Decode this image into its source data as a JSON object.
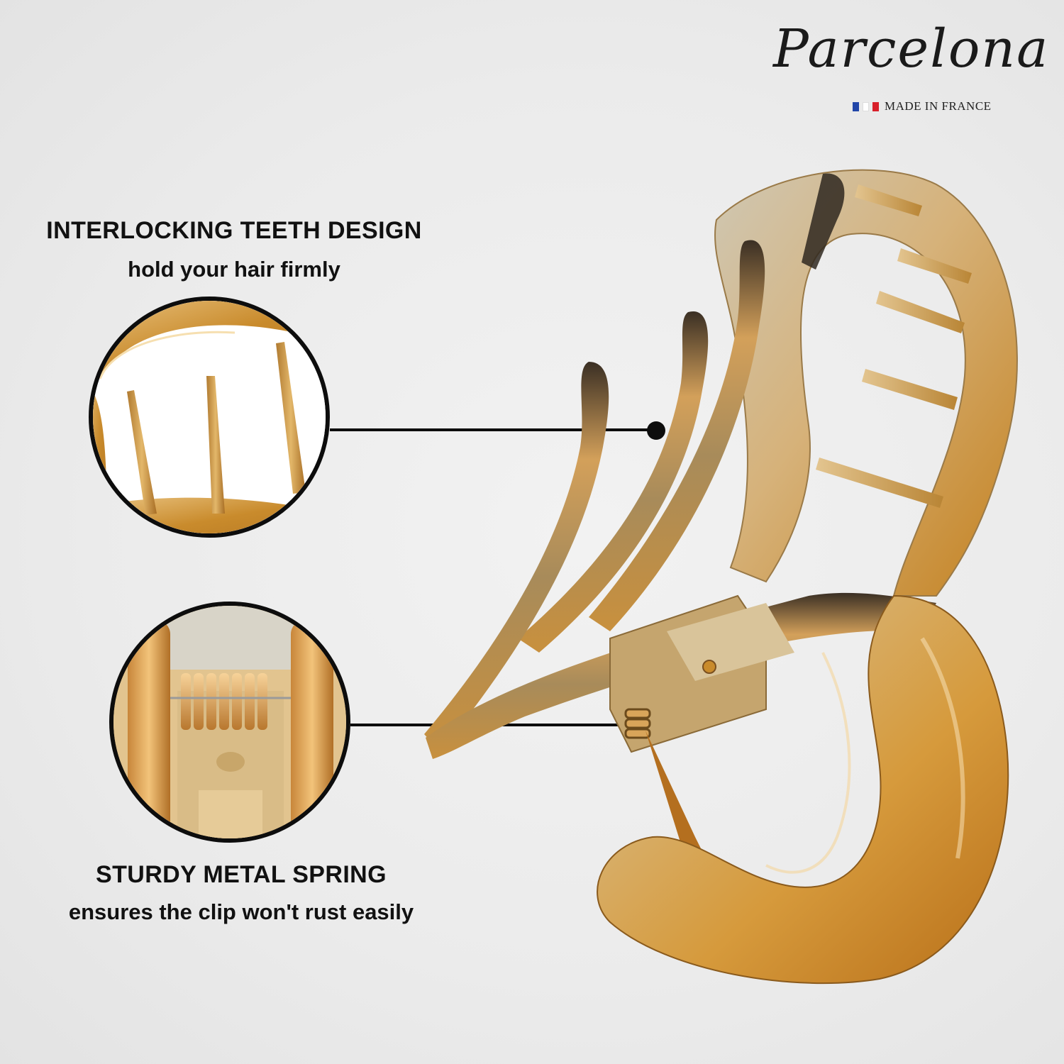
{
  "brand": {
    "name": "Parcelona",
    "tagline": "MADE IN FRANCE",
    "flag_colors": [
      "#2146a8",
      "#ffffff",
      "#d8202a"
    ]
  },
  "features": [
    {
      "title": "INTERLOCKING TEETH DESIGN",
      "subtitle": "hold your hair firmly",
      "icon": "teeth-closeup"
    },
    {
      "title": "STURDY METAL SPRING",
      "subtitle": "ensures the clip won't rust easily",
      "icon": "spring-closeup"
    }
  ],
  "colors": {
    "accent_gold": "#c98b2c",
    "tortoise_dark": "#3a2f24",
    "line": "#0d0d0d"
  }
}
